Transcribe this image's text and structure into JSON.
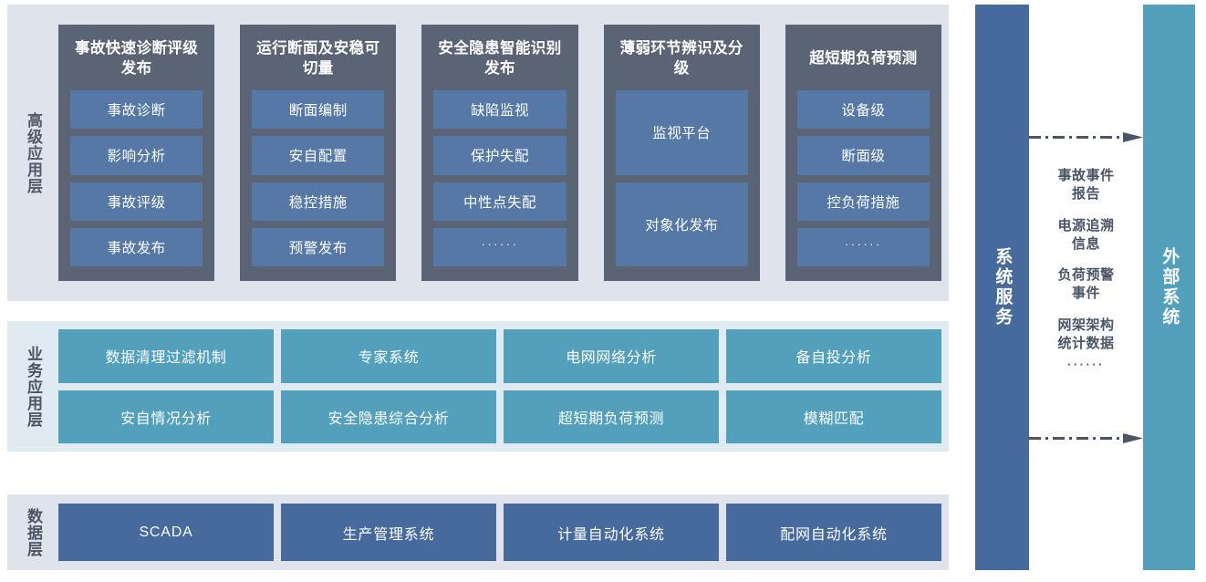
{
  "colors": {
    "layer_bg_gray": "#dfe3ec",
    "layer_bg_blue": "#dfeaf1",
    "app_card": "#5b6474",
    "app_item": "#5578a6",
    "business_item": "#53a0bd",
    "data_item": "#456a9b",
    "system_service_panel": "#456a9b",
    "external_system_panel": "#53a0bd",
    "arrow": "#4a5566",
    "label_text": "#4a5566"
  },
  "layers": [
    {
      "id": "advanced-application-layer",
      "label": "高级应用层",
      "cards": [
        {
          "title": "事故快速诊断评级发布",
          "items": [
            "事故诊断",
            "影响分析",
            "事故评级",
            "事故发布"
          ]
        },
        {
          "title": "运行断面及安稳可切量",
          "items": [
            "断面编制",
            "安自配置",
            "稳控措施",
            "预警发布"
          ]
        },
        {
          "title": "安全隐患智能识别发布",
          "items": [
            "缺陷监视",
            "保护失配",
            "中性点失配",
            "······"
          ]
        },
        {
          "title": "薄弱环节辨识及分级",
          "items": [
            "监视平台",
            "对象化发布"
          ]
        },
        {
          "title": "超短期负荷预测",
          "items": [
            "设备级",
            "断面级",
            "控负荷措施",
            "······"
          ]
        }
      ]
    },
    {
      "id": "business-application-layer",
      "label": "业务应用层",
      "items": [
        "数据清理过滤机制",
        "专家系统",
        "电网网络分析",
        "备自投分析",
        "安自情况分析",
        "安全隐患综合分析",
        "超短期负荷预测",
        "模糊匹配"
      ]
    },
    {
      "id": "data-layer",
      "label": "数据层",
      "items": [
        "SCADA",
        "生产管理系统",
        "计量自动化系统",
        "配网自动化系统"
      ]
    }
  ],
  "side": {
    "system_service": "系统服务",
    "external_system": "外部系统",
    "flow_labels": [
      "事故事件\n报告",
      "电源追溯\n信息",
      "负荷预警\n事件",
      "网架架构\n统计数据",
      "······"
    ]
  }
}
